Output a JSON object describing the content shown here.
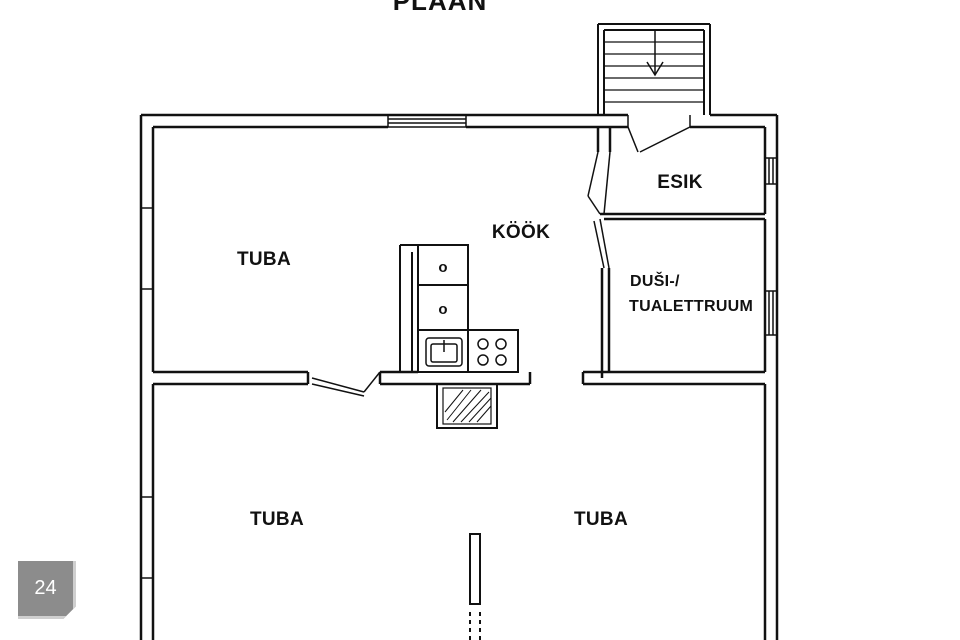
{
  "plan": {
    "title": "PLAAN",
    "rooms": {
      "living_top_left": "TUBA",
      "kitchen": "KÖÖK",
      "entrance": "ESIK",
      "bathroom_line1": "DUŠI-/",
      "bathroom_line2": "TUALETTRUUM",
      "living_bottom_left": "TUBA",
      "living_bottom_right": "TUBA"
    },
    "stove_symbol": "o",
    "stove_symbol_2": "o"
  },
  "page_badge": "24",
  "colors": {
    "wall": "#111111",
    "background": "#ffffff",
    "badge": "#8c8c8c"
  }
}
